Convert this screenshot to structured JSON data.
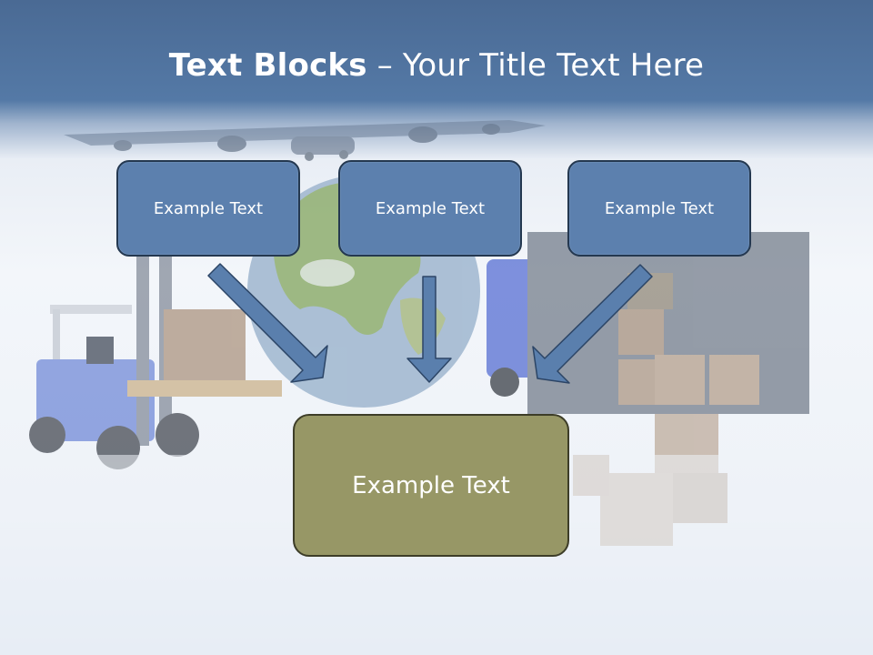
{
  "slide": {
    "title_bold": "Text Blocks",
    "title_sep": " – ",
    "title_rest": "Your Title Text Here"
  },
  "blocks": {
    "top": [
      "Example Text",
      "Example Text",
      "Example Text"
    ],
    "bottom": "Example Text"
  },
  "colors": {
    "header_blue": "#5479a6",
    "box_blue": "#5c80ae",
    "box_olive": "#979766",
    "arrow_blue": "#5a7fad"
  }
}
